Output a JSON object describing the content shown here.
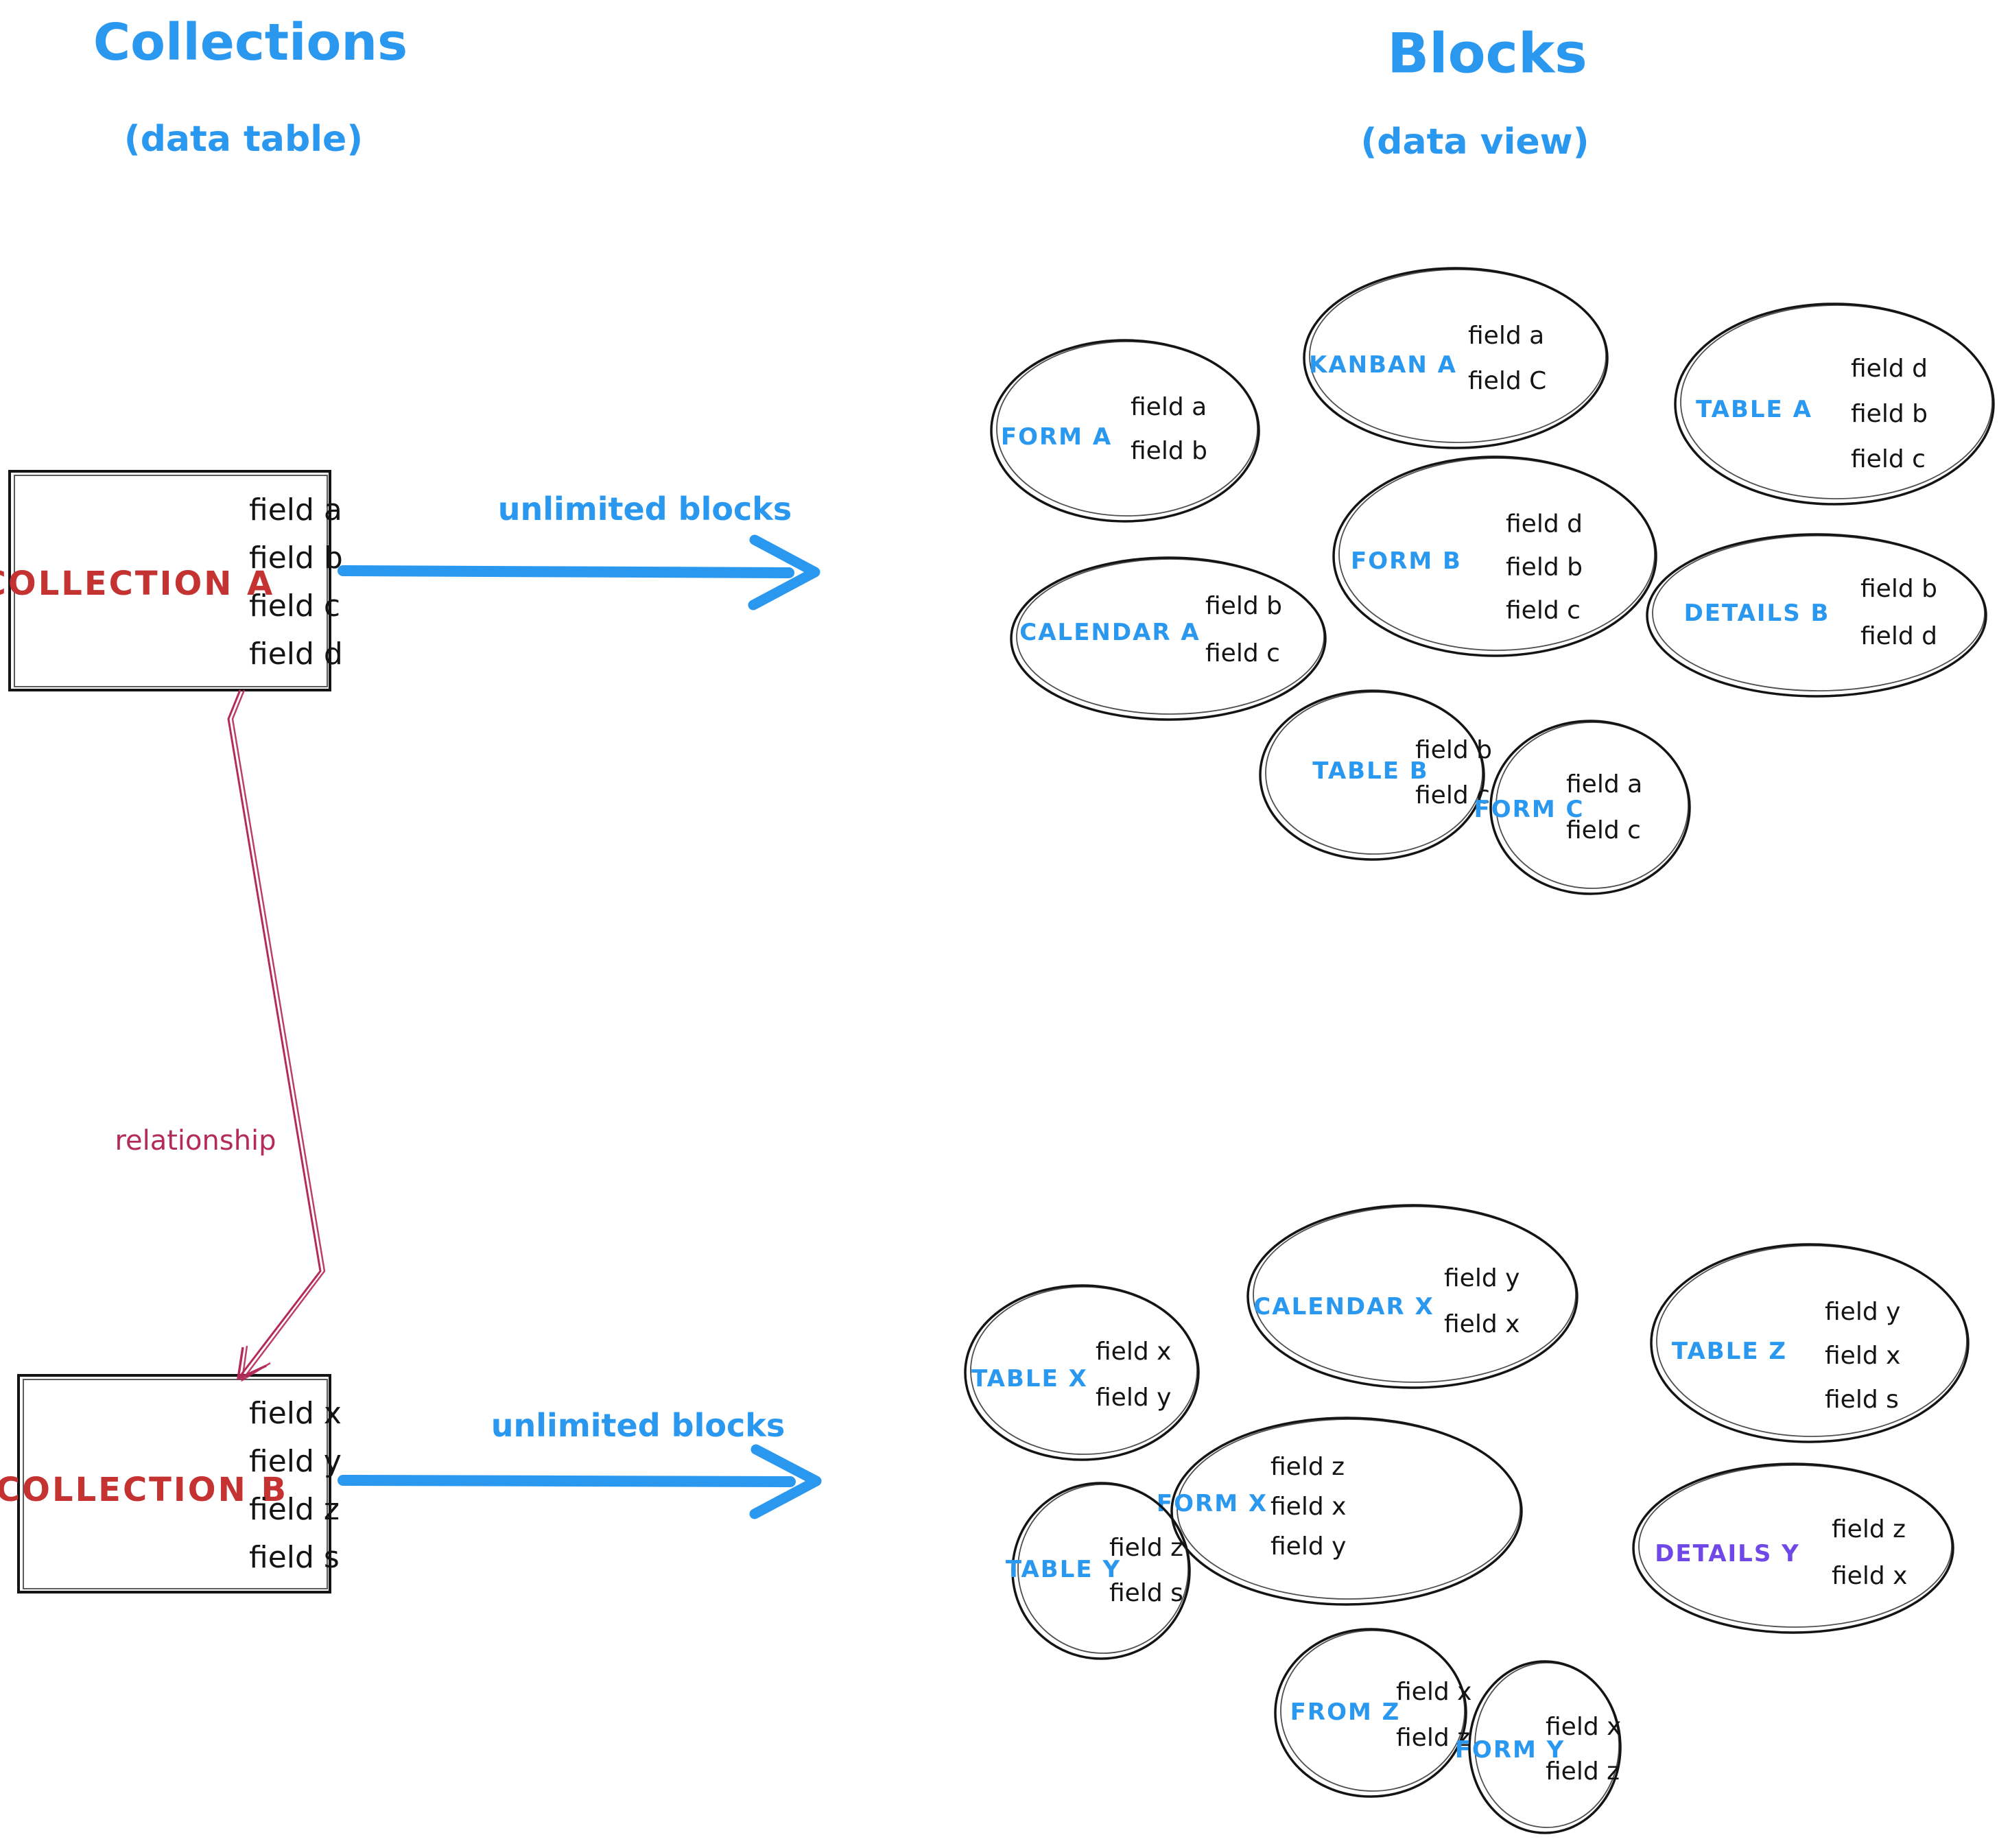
{
  "left_column": {
    "title": "Collections",
    "subtitle": "(data table)"
  },
  "right_column": {
    "title": "Blocks",
    "subtitle": "(data view)"
  },
  "collection_a": {
    "name": "COLLECTION A",
    "fields": [
      "field a",
      "field b",
      "field c",
      "field d"
    ],
    "arrow_label": "unlimited blocks"
  },
  "collection_b": {
    "name": "COLLECTION B",
    "fields": [
      "field x",
      "field y",
      "field z",
      "field s"
    ],
    "arrow_label": "unlimited blocks"
  },
  "relationship": {
    "label": "relationship"
  },
  "blocks_a": [
    {
      "label": "FORM A",
      "fields": [
        "field a",
        "field b"
      ]
    },
    {
      "label": "KANBAN A",
      "fields": [
        "field a",
        "field C"
      ]
    },
    {
      "label": "TABLE A",
      "fields": [
        "field d",
        "field b",
        "field c"
      ]
    },
    {
      "label": "FORM B",
      "fields": [
        "field d",
        "field b",
        "field c"
      ]
    },
    {
      "label": "CALENDAR A",
      "fields": [
        "field b",
        "field c"
      ]
    },
    {
      "label": "DETAILS B",
      "fields": [
        "field b",
        "field d"
      ]
    },
    {
      "label": "TABLE B",
      "fields": [
        "field b",
        "field c"
      ]
    },
    {
      "label": "FORM C",
      "fields": [
        "field a",
        "field c"
      ]
    }
  ],
  "blocks_b": [
    {
      "label": "TABLE X",
      "fields": [
        "field x",
        "field y"
      ]
    },
    {
      "label": "CALENDAR X",
      "fields": [
        "field y",
        "field x"
      ]
    },
    {
      "label": "TABLE Z",
      "fields": [
        "field y",
        "field x",
        "field s"
      ]
    },
    {
      "label": "FORM X",
      "fields": [
        "field z",
        "field x",
        "field y"
      ]
    },
    {
      "label": "TABLE Y",
      "fields": [
        "field z",
        "field s"
      ]
    },
    {
      "label": "DETAILS Y",
      "fields": [
        "field z",
        "field x"
      ]
    },
    {
      "label": "FROM Z",
      "fields": [
        "field x",
        "field z"
      ]
    },
    {
      "label": "FORM Y",
      "fields": [
        "field x",
        "field z"
      ]
    }
  ],
  "colors": {
    "accent_blue": "#2b98f0",
    "collection_red": "#c43232",
    "relationship_crimson": "#b42a5a",
    "details_y_purple": "#7048e8",
    "ink": "#141414"
  }
}
